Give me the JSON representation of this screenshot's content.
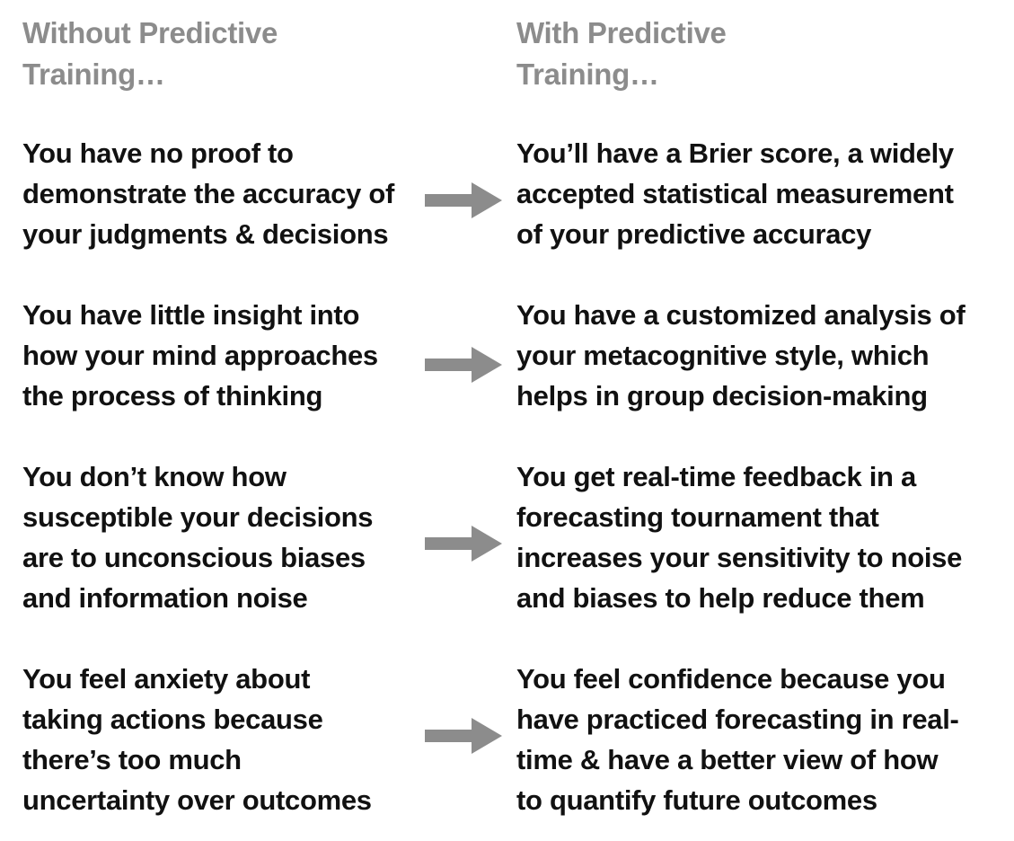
{
  "headers": {
    "left": [
      "Without Predictive",
      "Training…"
    ],
    "right": [
      "With Predictive",
      "Training…"
    ]
  },
  "rows": [
    {
      "without": [
        "You have no proof to",
        "demonstrate the accuracy of",
        "your judgments & decisions"
      ],
      "with": [
        "You’ll have a Brier score, a widely",
        "accepted statistical measurement",
        "of your predictive accuracy"
      ]
    },
    {
      "without": [
        "You have little insight into",
        "how your mind approaches",
        "the process of thinking"
      ],
      "with": [
        "You have a customized analysis of",
        "your metacognitive style, which",
        "helps in group decision-making"
      ]
    },
    {
      "without": [
        "You don’t know how",
        "susceptible your decisions",
        "are to unconscious biases",
        "and information noise"
      ],
      "with": [
        "You get real-time feedback in a",
        "forecasting tournament that",
        "increases your sensitivity to noise",
        "and biases to help reduce them"
      ]
    },
    {
      "without": [
        "You feel anxiety about",
        "taking actions because",
        "there’s too much",
        "uncertainty over outcomes"
      ],
      "with": [
        "You feel confidence because you",
        "have practiced forecasting in real-",
        "time & have a better view of how",
        "to quantify future outcomes"
      ]
    }
  ],
  "colors": {
    "header_text": "#8c8c8c",
    "body_text": "#111111",
    "arrow": "#8c8c8c"
  },
  "icons": {
    "arrow": "arrow-right-icon"
  }
}
